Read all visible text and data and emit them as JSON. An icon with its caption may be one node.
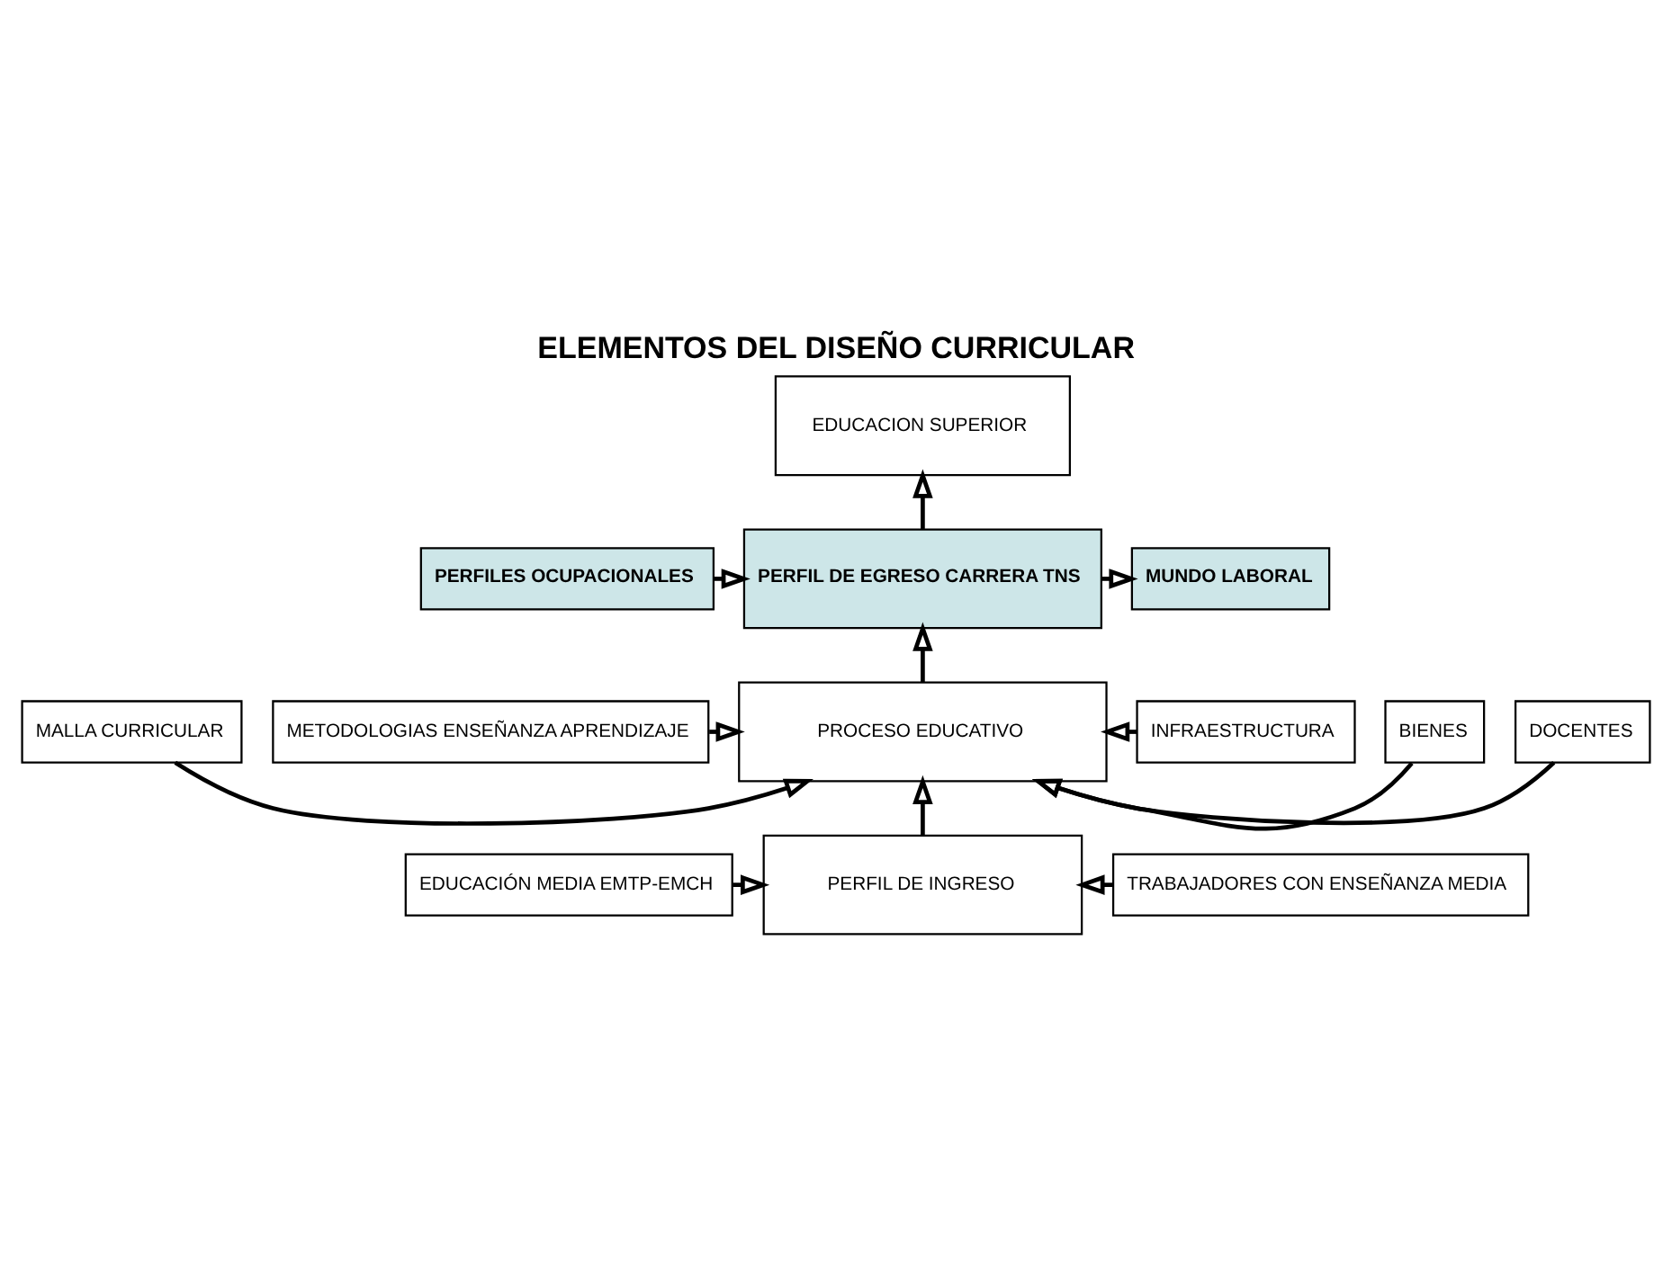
{
  "diagram": {
    "title": "ELEMENTOS DEL DISEÑO CURRICULAR",
    "nodes": [
      {
        "text": [
          "EDUCACION SUPERIOR"
        ]
      },
      {
        "text": [
          "PERFILES OCUPACIONALES"
        ]
      },
      {
        "text": [
          "PERFIL DE EGRESO CARRERA TNS"
        ]
      },
      {
        "text": [
          "MUNDO LABORAL"
        ]
      },
      {
        "text": [
          "MALLA CURRICULAR"
        ]
      },
      {
        "text": [
          "PROCESO EDUCATIVO"
        ]
      },
      {
        "text": [
          "DOCENTES"
        ]
      },
      {
        "text": [
          "METODOLOGIAS ENSEÑANZA APRENDIZAJE"
        ]
      },
      {
        "text": [
          "BIENES"
        ]
      },
      {
        "text": [
          "INFRAESTRUCTURA"
        ]
      },
      {
        "text": [
          "EDUCACIÓN MEDIA EMTP-EMCH"
        ]
      },
      {
        "text": [
          "PERFIL DE INGRESO"
        ]
      },
      {
        "text": [
          "TRABAJADORES CON ENSEÑANZA MEDIA"
        ]
      }
    ],
    "edges": [
      {
        "from": 2,
        "to": 0,
        "arrow": "to"
      },
      {
        "from": 1,
        "to": 2,
        "arrow": "to"
      },
      {
        "from": 2,
        "to": 3,
        "arrow": "to"
      },
      {
        "from": 5,
        "to": 2,
        "arrow": "to"
      },
      {
        "from": 4,
        "to": 5,
        "arrow": "to"
      },
      {
        "from": 7,
        "to": 5,
        "arrow": "to"
      },
      {
        "from": 6,
        "to": 5,
        "arrow": "to"
      },
      {
        "from": 8,
        "to": 5,
        "arrow": "to"
      },
      {
        "from": 9,
        "to": 5,
        "arrow": "to"
      },
      {
        "from": 11,
        "to": 5,
        "arrow": "to"
      },
      {
        "from": 10,
        "to": 11,
        "arrow": "to"
      },
      {
        "from": 12,
        "to": 11,
        "arrow": "to"
      }
    ]
  }
}
